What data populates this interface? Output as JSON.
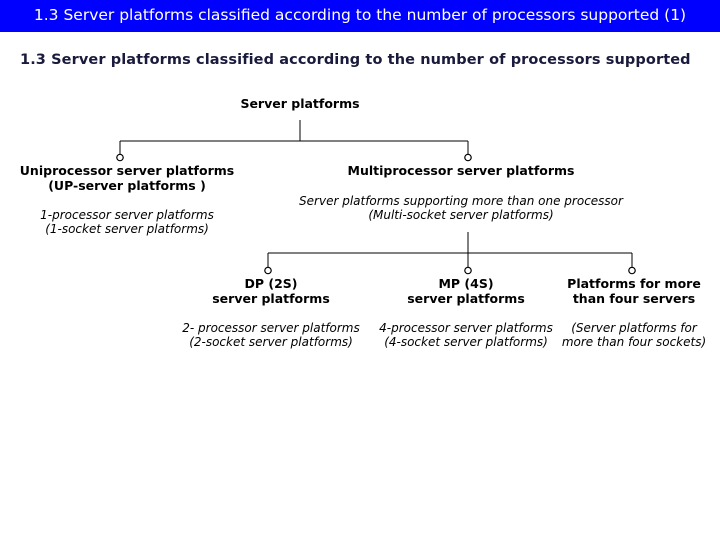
{
  "title_bar": {
    "text": "1.3 Server platforms classified according to the number of processors supported (1)"
  },
  "heading": {
    "text": "1.3 Server platforms classified according to the number of processors supported"
  },
  "diagram": {
    "root": {
      "title": "Server platforms"
    },
    "level1": [
      {
        "title": "Uniprocessor  server platforms\n(UP-server platforms )",
        "sub": "1-processor server platforms\n(1-socket server platforms)"
      },
      {
        "title": "Multiprocessor server platforms",
        "sub": "Server platforms supporting more than one processor\n(Multi-socket server platforms)"
      }
    ],
    "level2": [
      {
        "title": "DP (2S)\nserver platforms",
        "sub": "2- processor server platforms\n(2-socket server platforms)"
      },
      {
        "title": "MP (4S)\nserver platforms",
        "sub": "4-processor server platforms\n(4-socket server platforms)"
      },
      {
        "title": "Platforms for more\nthan four servers",
        "sub": "(Server platforms for\nmore than four sockets)"
      }
    ]
  },
  "colors": {
    "title_bar_background": "#0000FF",
    "title_bar_text": "#FFFFFF",
    "heading_text": "#1A1A3C",
    "connector_line": "#000000",
    "page_background": "#FFFFFF"
  }
}
